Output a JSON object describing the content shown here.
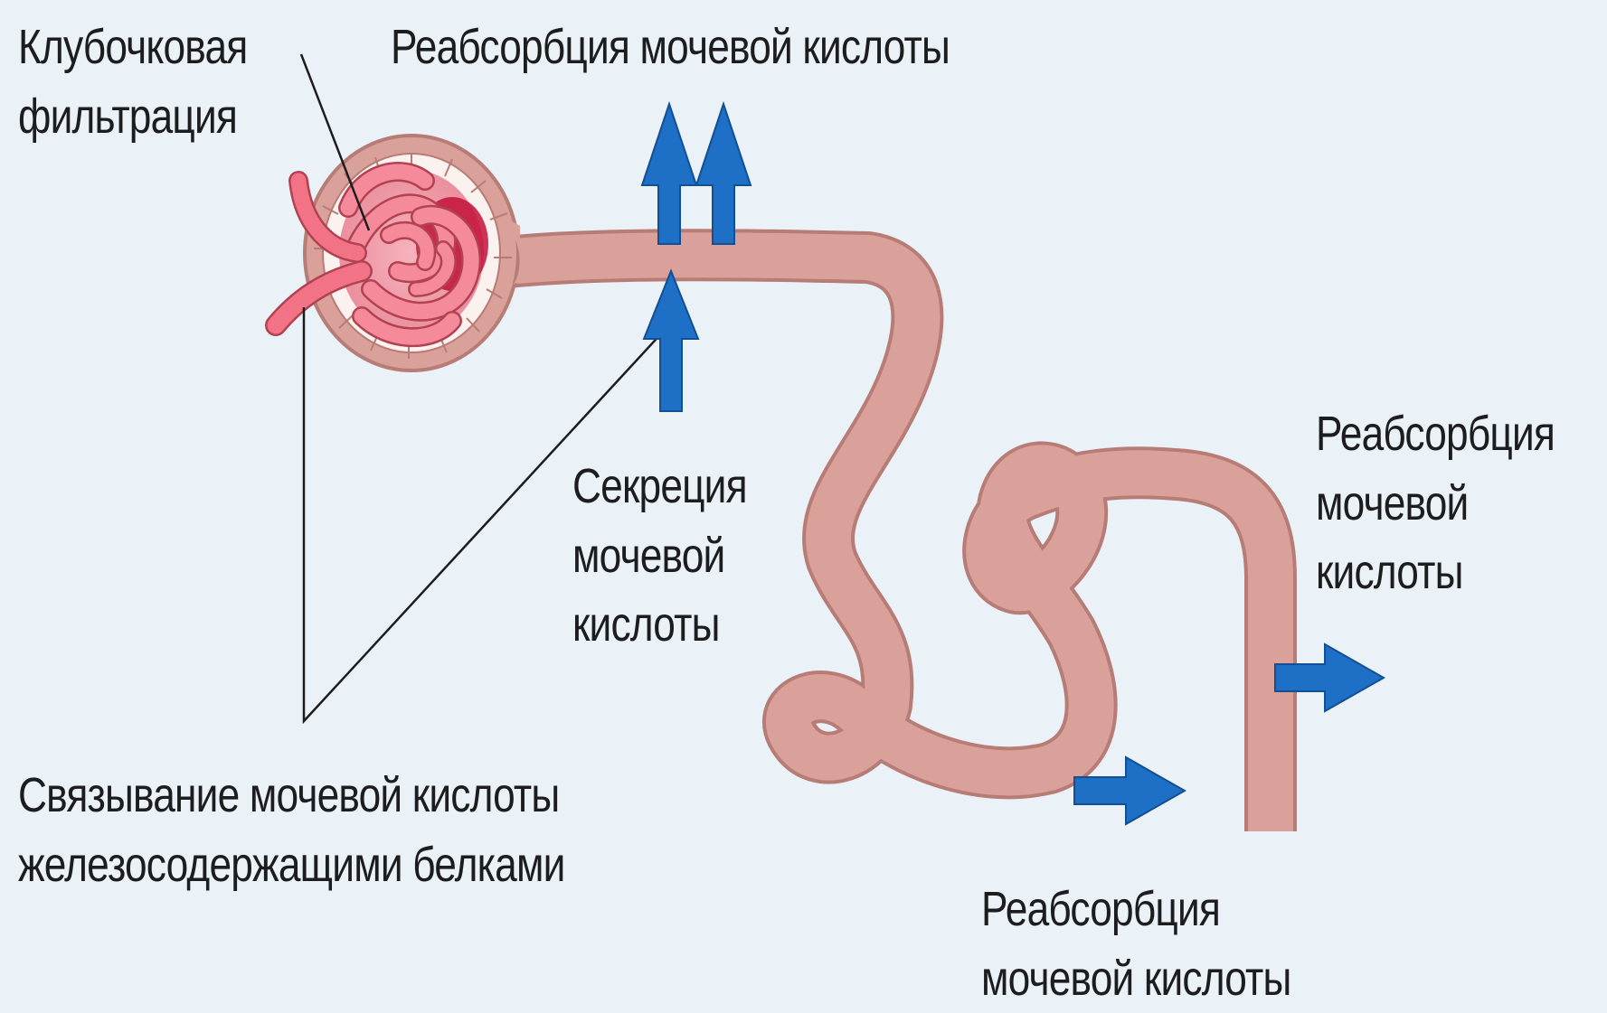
{
  "labels": {
    "glomerular_filtration": [
      "Клубочковая",
      "фильтрация"
    ],
    "reabsorption_top": "Реабсорбция мочевой кислоты",
    "secretion": [
      "Секреция",
      "мочевой",
      "кислоты"
    ],
    "binding": [
      "Связывание мочевой кислоты",
      "железосодержащими белками"
    ],
    "reabsorption_right": [
      "Реабсорбция",
      "мочевой",
      "кислоты"
    ],
    "reabsorption_bottom": [
      "Реабсорбция",
      "мочевой кислоты"
    ]
  },
  "colors": {
    "background": "#eaf2f8",
    "tubule": "#d9a19a",
    "tubule_edge": "#b77c76",
    "glomerulus": "#f27386",
    "capillary_core": "#c3123a",
    "arrow": "#1e6fc6",
    "text": "#1d1d1f"
  }
}
